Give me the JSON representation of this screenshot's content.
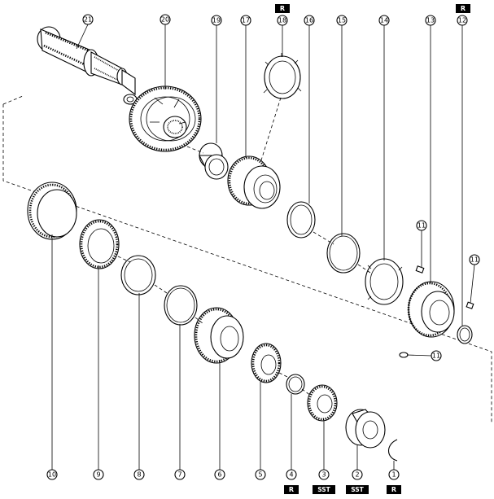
{
  "callouts": [
    {
      "id": "1",
      "label": "1"
    },
    {
      "id": "2",
      "label": "2"
    },
    {
      "id": "3",
      "label": "3"
    },
    {
      "id": "4",
      "label": "4"
    },
    {
      "id": "5",
      "label": "5"
    },
    {
      "id": "6",
      "label": "6"
    },
    {
      "id": "7",
      "label": "7"
    },
    {
      "id": "8",
      "label": "8"
    },
    {
      "id": "9",
      "label": "9"
    },
    {
      "id": "10",
      "label": "10"
    },
    {
      "id": "11a",
      "label": "11"
    },
    {
      "id": "11b",
      "label": "11"
    },
    {
      "id": "11c",
      "label": "11"
    },
    {
      "id": "12",
      "label": "12"
    },
    {
      "id": "13",
      "label": "13"
    },
    {
      "id": "14",
      "label": "14"
    },
    {
      "id": "15",
      "label": "15"
    },
    {
      "id": "16",
      "label": "16"
    },
    {
      "id": "17",
      "label": "17"
    },
    {
      "id": "18",
      "label": "18"
    },
    {
      "id": "19",
      "label": "19"
    },
    {
      "id": "20",
      "label": "20"
    },
    {
      "id": "21",
      "label": "21"
    }
  ],
  "badges": [
    {
      "id": "top-18",
      "label": "R"
    },
    {
      "id": "top-12",
      "label": "R"
    },
    {
      "id": "bot-4",
      "label": "R"
    },
    {
      "id": "bot-3",
      "label": "SST"
    },
    {
      "id": "bot-2",
      "label": "SST"
    },
    {
      "id": "bot-1",
      "label": "R"
    }
  ]
}
